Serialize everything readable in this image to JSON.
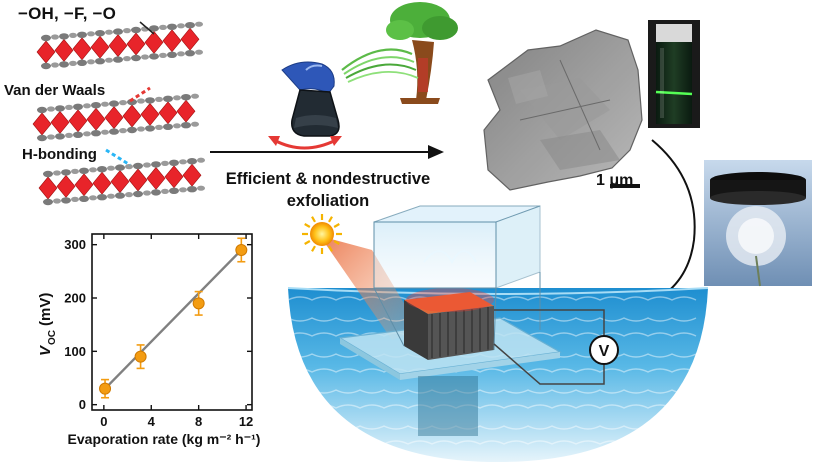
{
  "layers": {
    "terminal_groups": "−OH, −F, −O",
    "vdw_label": "Van der Waals",
    "hbond_label": "H-bonding"
  },
  "process": {
    "caption_line1": "Efficient & nondestructive",
    "caption_line2": "exfoliation"
  },
  "micrograph": {
    "scale_bar_label": "1 μm"
  },
  "device": {
    "voltmeter_symbol": "V"
  },
  "colors": {
    "octahedra": "#e8242a",
    "atoms_gray": "#7a7a7a",
    "vdw_dash": "#e53935",
    "hbond_dash": "#29b6f6",
    "arrow_red": "#e53935",
    "plot_point": "#f39c12",
    "plot_line": "#808080",
    "water": "#3aa3d9"
  },
  "chart_data": {
    "type": "scatter",
    "xlabel": "Evaporation rate (kg m⁻² h⁻¹)",
    "ylabel_main": "V",
    "ylabel_sub": "OC",
    "ylabel_unit": "(mV)",
    "xlim": [
      -1,
      12.5
    ],
    "ylim": [
      -10,
      320
    ],
    "xticks": [
      0,
      4,
      8,
      12
    ],
    "yticks": [
      0,
      100,
      200,
      300
    ],
    "grid": false,
    "points": [
      {
        "x": 0.1,
        "y": 30,
        "err": 17
      },
      {
        "x": 3.1,
        "y": 90,
        "err": 22
      },
      {
        "x": 8.0,
        "y": 190,
        "err": 22
      },
      {
        "x": 11.6,
        "y": 290,
        "err": 22
      }
    ],
    "fit": {
      "x": [
        0.1,
        11.6
      ],
      "y": [
        30,
        290
      ]
    }
  }
}
